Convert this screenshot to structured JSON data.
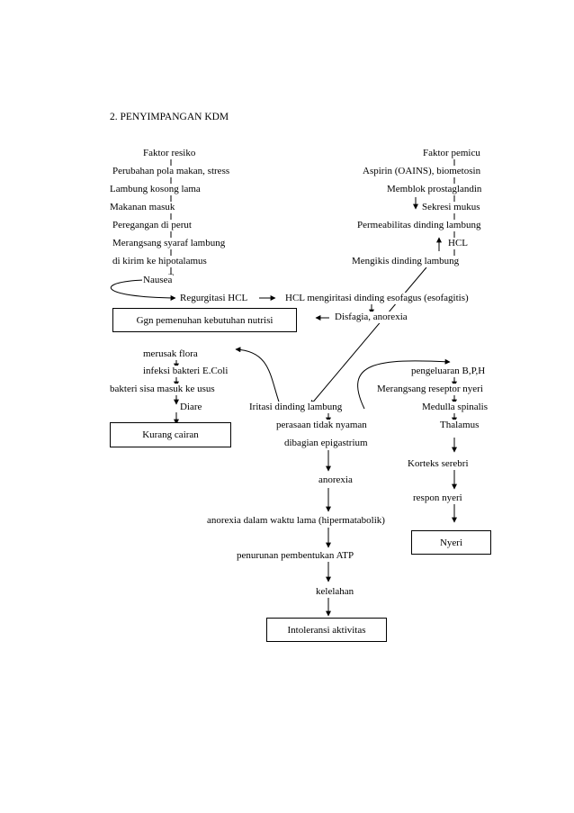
{
  "section_title": "2.   PENYIMPANGAN KDM",
  "left_column": {
    "header": "Faktor resiko",
    "n1": "Perubahan pola makan, stress",
    "n2": "Lambung kosong lama",
    "n3": "Makanan masuk",
    "n4": "Peregangan di perut",
    "n5": "Merangsang syaraf lambung",
    "n6": "di kirim ke hipotalamus",
    "n7": "Nausea",
    "n8": "Regurgitasi HCL"
  },
  "right_column": {
    "header": "Faktor pemicu",
    "n1": "Aspirin (OAINS), biometosin",
    "n2": "Memblok prostaglandin",
    "n3": "Sekresi mukus",
    "n4": "Permeabilitas dinding lambung",
    "n5": "HCL",
    "n6": "Mengikis dinding lambung"
  },
  "middle": {
    "hcl_irritation": "HCL mengiritasi dinding esofagus (esofagitis)",
    "dysphagia": "Disfagia, anorexia"
  },
  "diarrhea_path": {
    "n1": "merusak flora",
    "n2": "infeksi bakteri E.Coli",
    "n3": "bakteri sisa masuk ke usus",
    "n4": "Diare"
  },
  "central_path": {
    "n1": "Iritasi dinding lambung",
    "n2": "perasaan tidak nyaman",
    "n3": "dibagian epigastrium",
    "n4": "anorexia",
    "n5": "anorexia dalam waktu lama (hipermatabolik)",
    "n6": "penurunan pembentukan ATP",
    "n7": "kelelahan"
  },
  "pain_path": {
    "n1": "pengeluaran B,P,H",
    "n2": "Merangsang reseptor nyeri",
    "n3": "Medulla spinalis",
    "n4": "Thalamus",
    "n5": "Korteks serebri",
    "n6": "respon nyeri"
  },
  "boxes": {
    "nutrition": "Ggn pemenuhan kebutuhan nutrisi",
    "fluid": "Kurang cairan",
    "pain": "Nyeri",
    "activity": "Intoleransi aktivitas"
  }
}
